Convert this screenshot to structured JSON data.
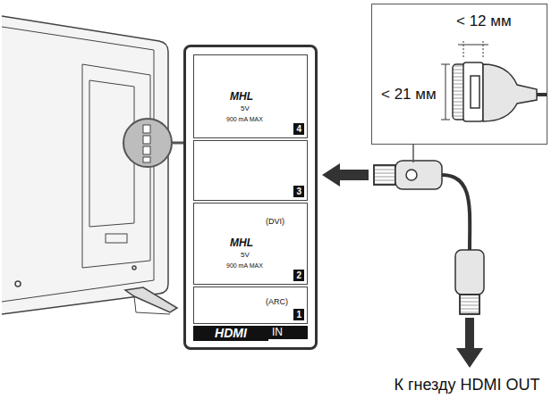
{
  "diagram": {
    "nodes": [
      {
        "text": [
          "HDMI",
          "IN"
        ]
      },
      {
        "text": [
          "MHL",
          "5V",
          "900 mA MAX",
          "4"
        ],
        "in": 0
      },
      {
        "text": [
          "3"
        ],
        "in": 0
      },
      {
        "text": [
          "(DVI)",
          "MHL",
          "5V",
          "900 mA MAX",
          "2"
        ],
        "in": 0
      },
      {
        "text": [
          "(ARC)",
          "1"
        ],
        "in": 0
      },
      {
        "text": [
          "< 12 мм",
          "< 21 мм"
        ]
      }
    ],
    "labels": [
      "К гнезду HDMI OUT"
    ]
  }
}
